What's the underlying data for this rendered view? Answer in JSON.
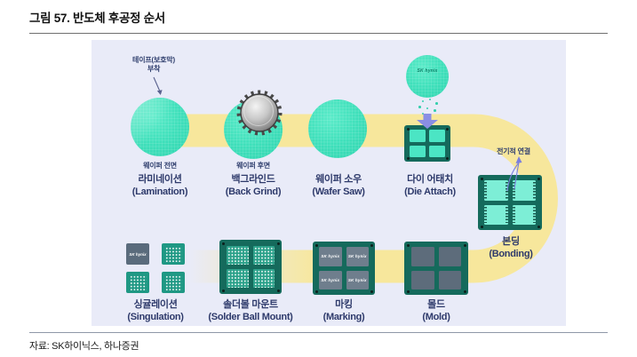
{
  "title": "그림 57. 반도체 후공정 순서",
  "source": "자료: SK하이닉스, 하나증권",
  "colors": {
    "panel_bg": "#E9EBF8",
    "band_yellow": "#F7E79C",
    "wafer_teal": "#3FE0BB",
    "board_green": "#156A5C",
    "chip_mint": "#7DEED6",
    "chip_gray": "#6F7E8D",
    "label_navy": "#2E3A6B"
  },
  "diagram": {
    "logo": "SK hynix",
    "annotations": {
      "tape_line1": "테이프(보호막)",
      "tape_line2": "부착",
      "electrical": "전기적 연결",
      "wafer_front": "웨이퍼 전면",
      "wafer_back": "웨이퍼 후면"
    },
    "steps_top": [
      {
        "name_ko": "라미네이션",
        "name_en": "(Lamination)"
      },
      {
        "name_ko": "백그라인드",
        "name_en": "(Back Grind)"
      },
      {
        "name_ko": "웨이퍼 소우",
        "name_en": "(Wafer Saw)"
      },
      {
        "name_ko": "다이 어태치",
        "name_en": "(Die Attach)"
      },
      {
        "name_ko": "본딩",
        "name_en": "(Bonding)"
      }
    ],
    "steps_bottom": [
      {
        "name_ko": "싱귤레이션",
        "name_en": "(Singulation)"
      },
      {
        "name_ko": "솔더볼 마운트",
        "name_en": "(Solder Ball Mount)"
      },
      {
        "name_ko": "마킹",
        "name_en": "(Marking)"
      },
      {
        "name_ko": "몰드",
        "name_en": "(Mold)"
      }
    ]
  }
}
